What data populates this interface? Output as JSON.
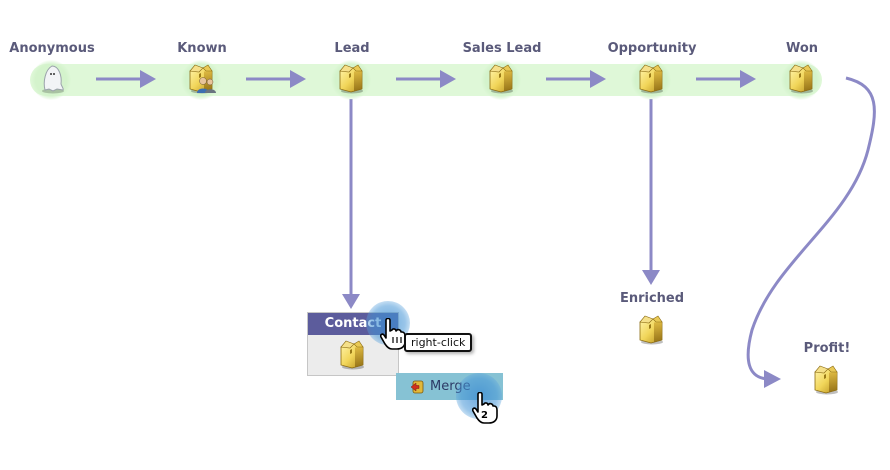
{
  "diagram": {
    "stages": [
      {
        "label": "Anonymous",
        "icon": "ghost-icon"
      },
      {
        "label": "Known",
        "icon": "box-people-icon"
      },
      {
        "label": "Lead",
        "icon": "box-icon"
      },
      {
        "label": "Sales Lead",
        "icon": "box-icon"
      },
      {
        "label": "Opportunity",
        "icon": "box-icon"
      },
      {
        "label": "Won",
        "icon": "box-icon"
      }
    ],
    "branches": {
      "enriched": {
        "label": "Enriched",
        "icon": "box-icon"
      },
      "profit": {
        "label": "Profit!",
        "icon": "box-icon"
      },
      "contact": {
        "label": "Contact",
        "icon": "box-icon"
      }
    },
    "context_menu": {
      "merge_label": "Merge"
    },
    "annotations": {
      "tooltip": "right-click",
      "step_number": "2"
    },
    "colors": {
      "arrow": "#8c89c6",
      "band": "#dff8d8",
      "label": "#5a5a7a",
      "contact_header": "#5c5c9c",
      "menu_highlight": "#86c2d4"
    }
  }
}
